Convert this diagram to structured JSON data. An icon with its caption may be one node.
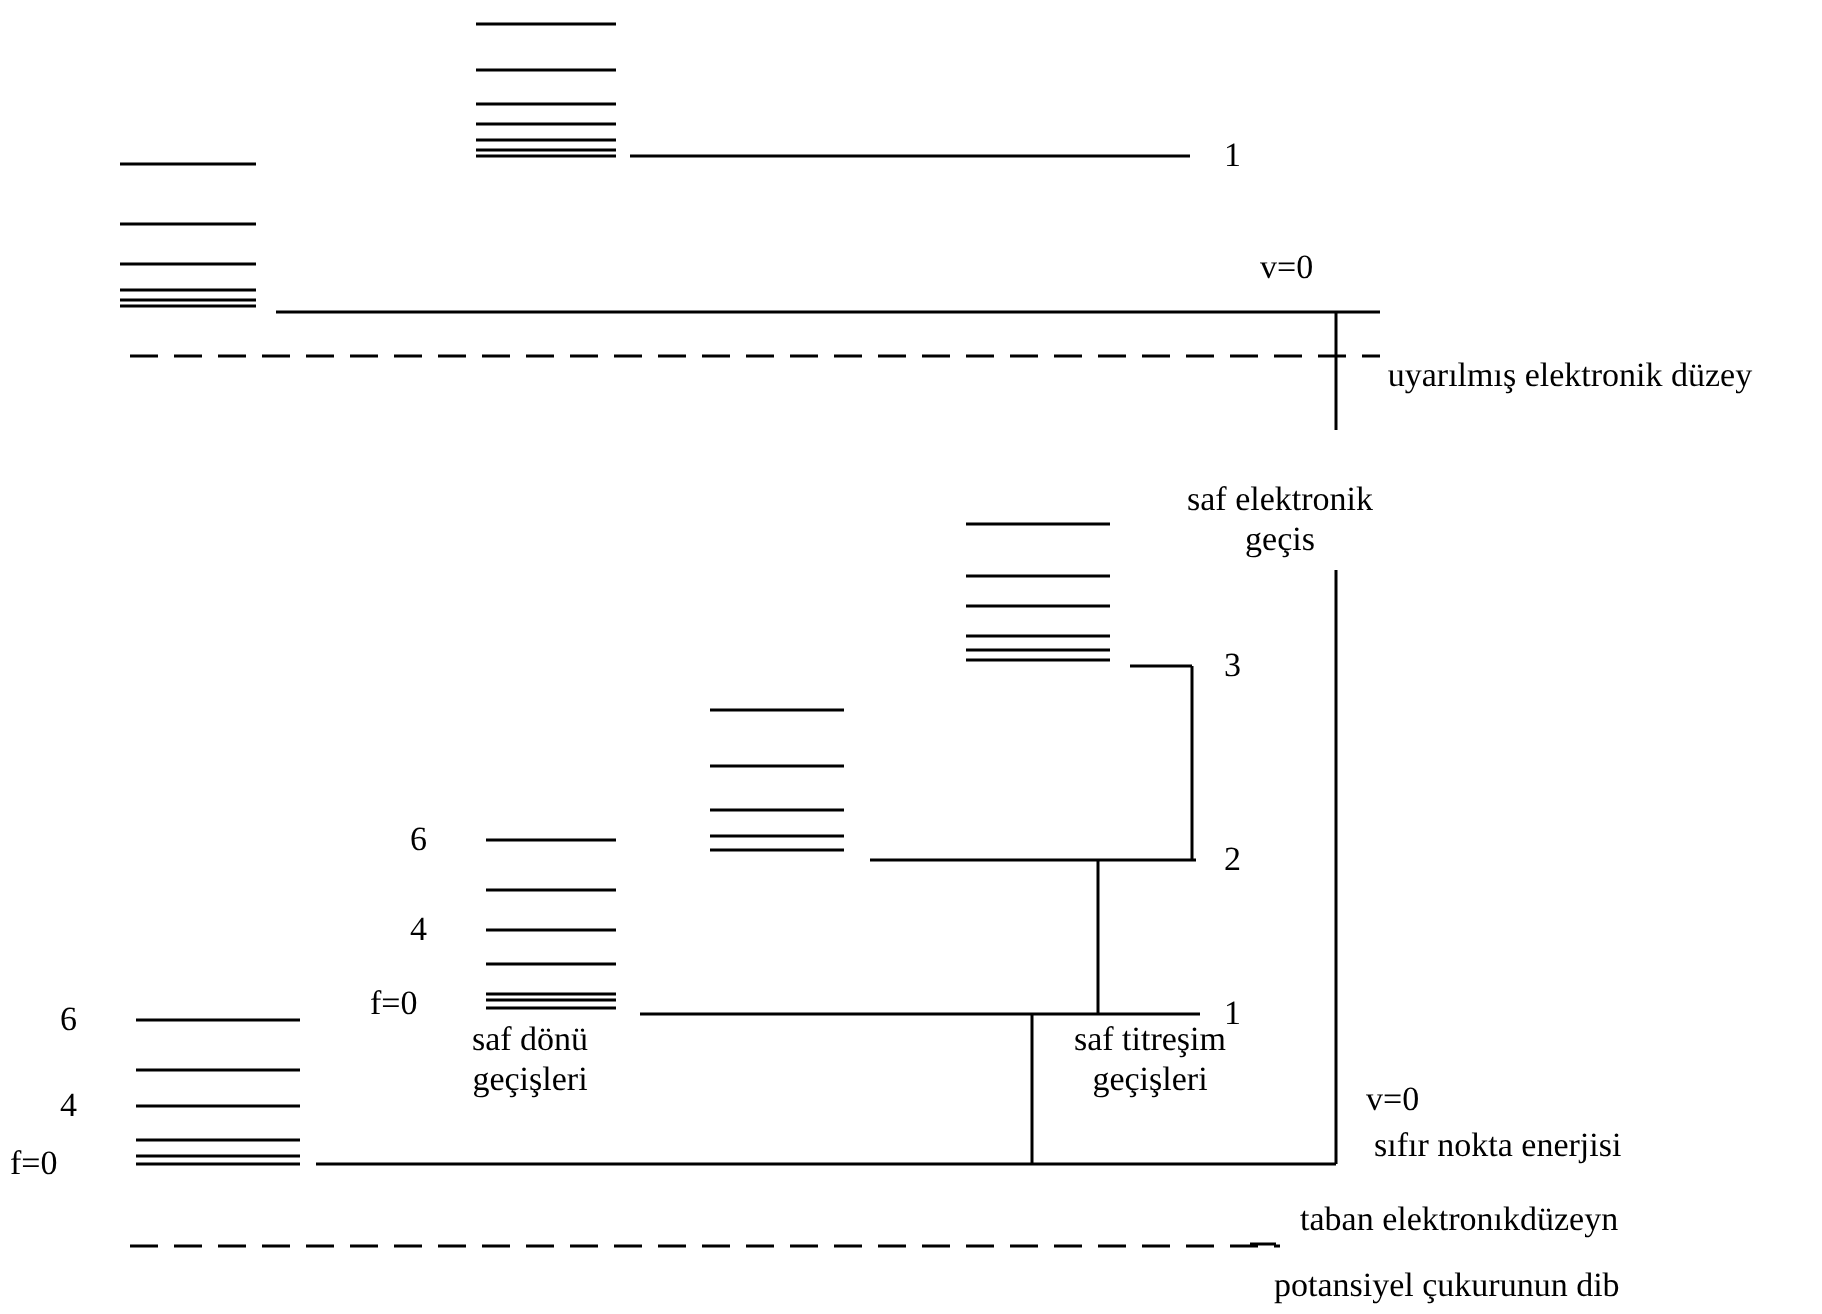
{
  "diagram": {
    "labels": [
      "1",
      "v=0",
      "uyarılmış elektronik düzey",
      "saf elektronik geçis",
      "3",
      "6",
      "2",
      "4",
      "f=0",
      "6",
      "1",
      "saf dönü geçişleri",
      "saf titreşim geçişleri",
      "4",
      "f=0",
      "v=0",
      "sıfır nokta enerjisi",
      "taban elektronıkdüzeyn",
      "potansiyel çukurunun dib"
    ]
  }
}
